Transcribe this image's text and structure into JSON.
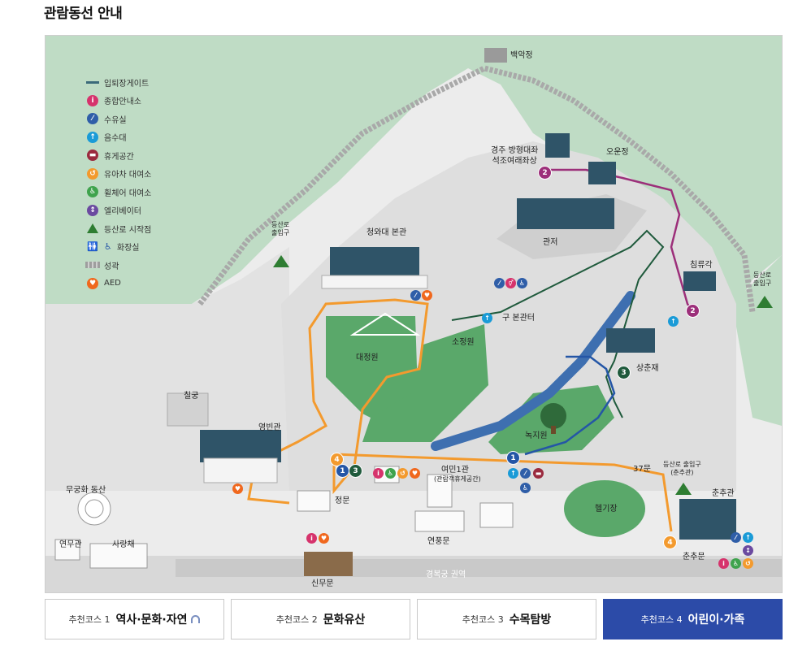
{
  "page": {
    "title": "관람동선 안내"
  },
  "legend": [
    {
      "icon": "gate-line",
      "label": "입퇴장게이트",
      "color": "#3b6a7a"
    },
    {
      "icon": "info-icon",
      "label": "종합안내소",
      "color": "#d6336c",
      "glyph": "i"
    },
    {
      "icon": "nursing-room-icon",
      "label": "수유실",
      "color": "#2f5ea8",
      "glyph": "⁄"
    },
    {
      "icon": "water-fountain-icon",
      "label": "음수대",
      "color": "#1a9bd7",
      "glyph": "↑"
    },
    {
      "icon": "rest-area-icon",
      "label": "휴게공간",
      "color": "#9b2b3f",
      "glyph": "▬"
    },
    {
      "icon": "stroller-rental-icon",
      "label": "유아차 대여소",
      "color": "#f39a2e",
      "glyph": "↺"
    },
    {
      "icon": "wheelchair-rental-icon",
      "label": "휠체어 대여소",
      "color": "#3fa34d",
      "glyph": "♿"
    },
    {
      "icon": "elevator-icon",
      "label": "엘리베이터",
      "color": "#6b4aa0",
      "glyph": "↕"
    },
    {
      "icon": "trail-start-icon",
      "label": "등산로 시작점",
      "color": "#2e7d32"
    },
    {
      "icon": "restroom-icon",
      "label": "화장실",
      "color": "#d6336c"
    },
    {
      "icon": "fortress-wall-icon",
      "label": "성곽",
      "color": "#9e9e9e"
    },
    {
      "icon": "aed-icon",
      "label": "AED",
      "color": "#f0681e",
      "glyph": "♥"
    }
  ],
  "places": {
    "baegakjeong": "백악정",
    "buddha_statue": "경주 방형대좌\n석조여래좌상",
    "oounjeong": "오운정",
    "gwanjeo": "관저",
    "trail_entrance_left": "등산로\n출입구",
    "trail_entrance_right": "등산로\n출입구",
    "main_building": "청와대 본관",
    "chimnyugak": "침류각",
    "old_main_site": "구 본관터",
    "sojeongwon": "소정원",
    "daejeongwon": "대정원",
    "sangchunjae": "상춘재",
    "chilgung": "칠궁",
    "yeongbingwan": "영빈관",
    "nokjiwon": "녹지원",
    "yeonmin1gwan": "여민1관",
    "yeonmin1gwan_sub": "(관람객휴게공간)",
    "gate_37": "37문",
    "trail_entrance_chunchu": "등산로 출입구\n(춘추관)",
    "chunchugwan": "춘추관",
    "mugunghwa_hill": "무궁화 동산",
    "jeongmun": "정문",
    "heliport": "헬기장",
    "yeonpungmun": "연풍문",
    "chunchumun": "춘추문",
    "yeonmugwan": "연무관",
    "sarangchae": "사랑채",
    "sinmumun": "신무문",
    "gyeongbokgung": "경복궁 권역"
  },
  "course_markers": {
    "one": "1",
    "two": "2",
    "three": "3",
    "four": "4"
  },
  "tabs": [
    {
      "course": "추천코스 1",
      "name": "역사·문화·자연",
      "audio_icon": true,
      "active": false
    },
    {
      "course": "추천코스 2",
      "name": "문화유산",
      "active": false
    },
    {
      "course": "추천코스 3",
      "name": "수목탐방",
      "active": false
    },
    {
      "course": "추천코스 4",
      "name": "어린이·가족",
      "active": true
    }
  ],
  "colors": {
    "accent": "#2c4ba8",
    "course1": "#2456a6",
    "course2": "#9c2f7a",
    "course3": "#1f5a3c",
    "course4": "#f39a2e",
    "mountain": "#bfdcc5",
    "lawn": "#5aa86a"
  }
}
